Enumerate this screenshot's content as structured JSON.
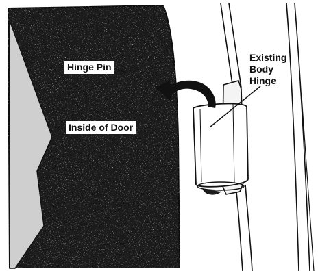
{
  "labels": {
    "hinge_pin": "Hinge Pin",
    "inside_of_door": "Inside of Door",
    "existing_body_hinge": [
      "Existing",
      "Body",
      "Hinge"
    ]
  },
  "colors": {
    "door_fill": "#1c1c1c",
    "edge_fill": "#cfcfcf",
    "line": "#111111",
    "background": "#ffffff"
  }
}
